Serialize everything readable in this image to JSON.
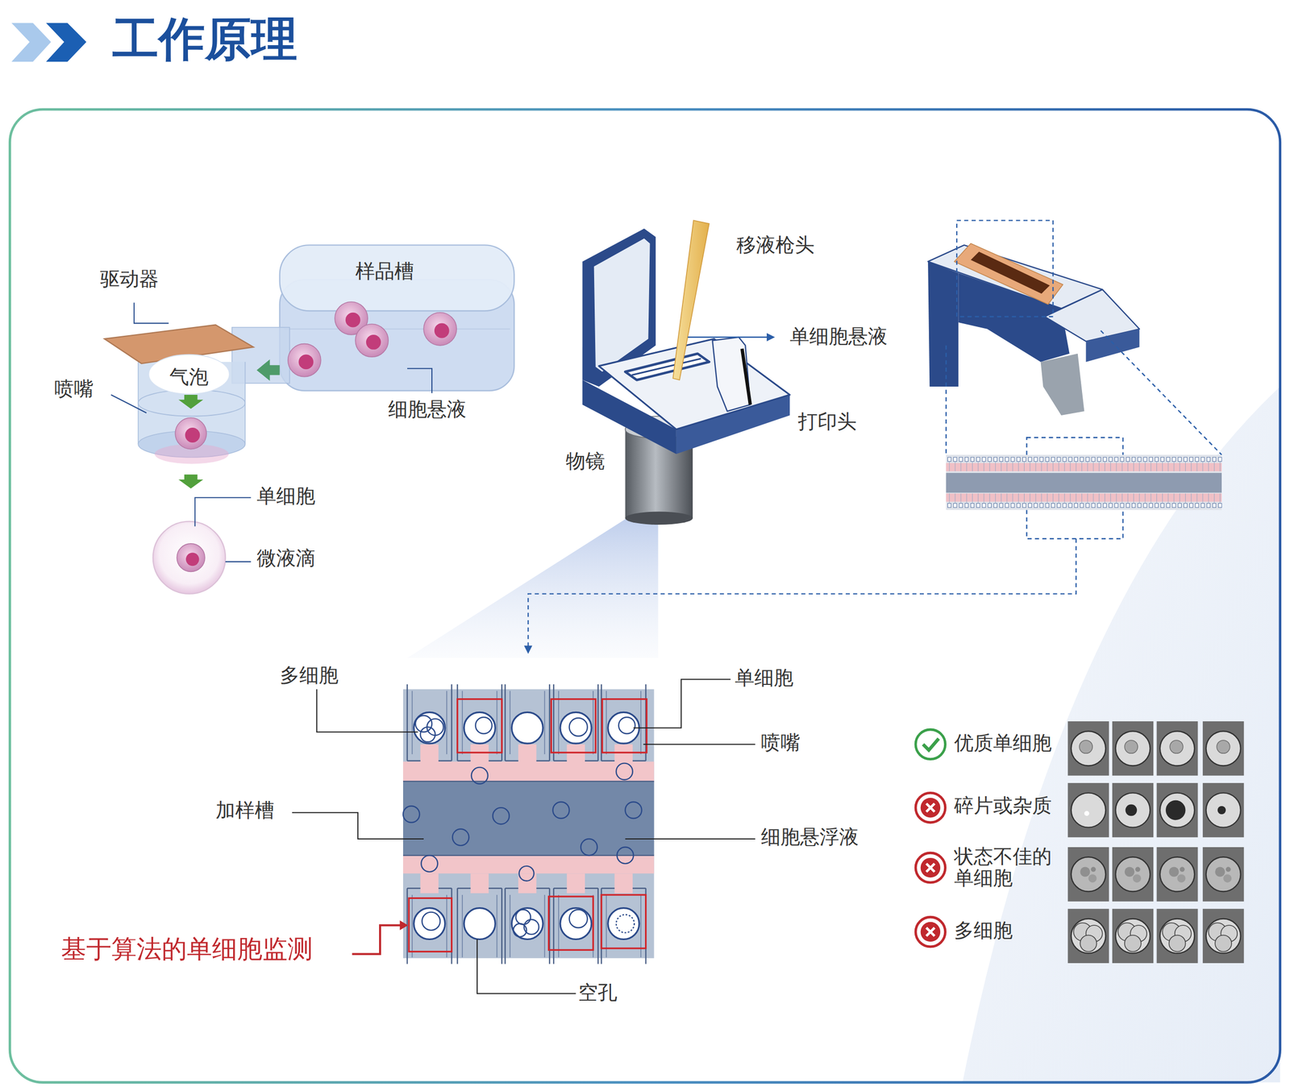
{
  "diagram": {
    "title": "工作原理",
    "nodes": [
      {
        "text": [
          "样品槽"
        ]
      },
      {
        "text": [
          "气泡"
        ]
      }
    ],
    "labels": [
      "驱动器",
      "喷嘴",
      "细胞悬液",
      "单细胞",
      "微液滴",
      "移液枪头",
      "单细胞悬液",
      "打印头",
      "物镜",
      "多细胞",
      "单细胞",
      "喷嘴",
      "加样槽",
      "细胞悬浮液",
      "基于算法的单细胞监测",
      "空孔"
    ],
    "legend": [
      {
        "text": "优质单细胞"
      },
      {
        "text": "碎片或杂质"
      },
      {
        "text": "状态不佳的 单细胞"
      },
      {
        "text": "多细胞"
      }
    ]
  }
}
